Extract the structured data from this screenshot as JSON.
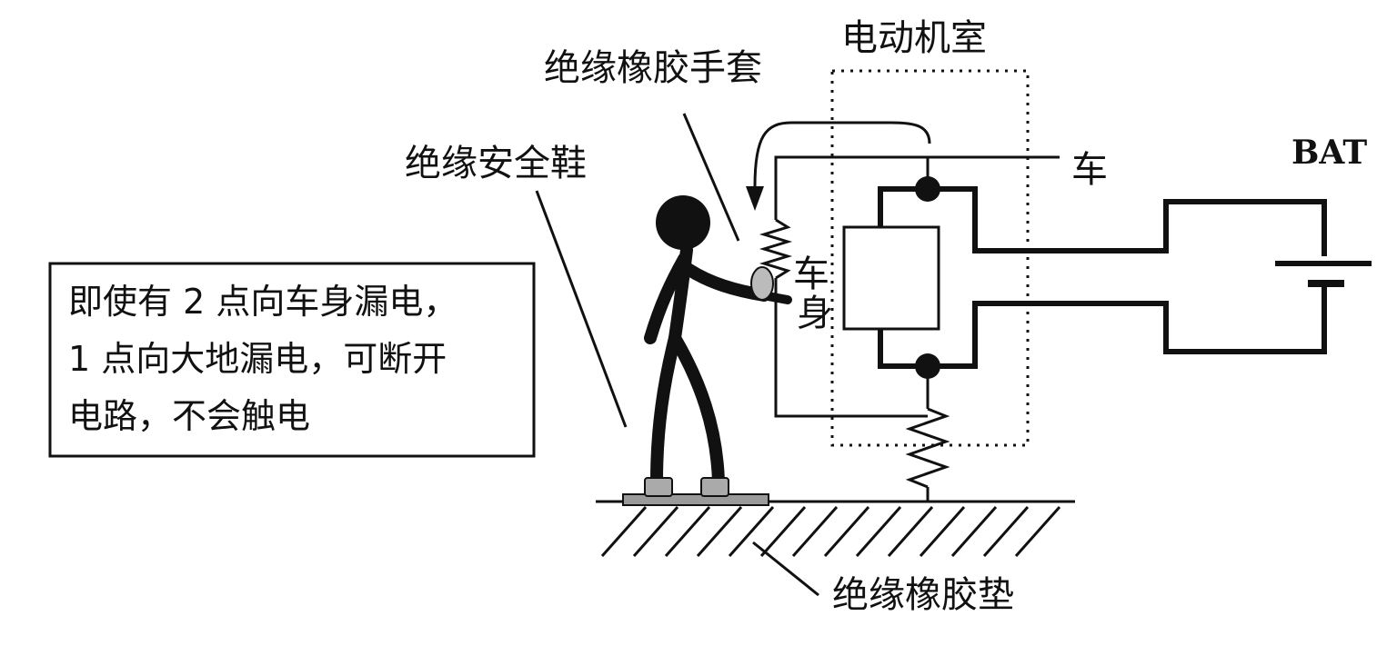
{
  "labels": {
    "motor_room": "电动机室",
    "gloves": "绝缘橡胶手套",
    "shoes": "绝缘安全鞋",
    "car": "车",
    "bat": "BAT",
    "body_char1": "车",
    "body_char2": "身",
    "mat": "绝缘橡胶垫"
  },
  "note": {
    "lines": [
      "即使有 2 点向车身漏电，",
      "1 点向大地漏电，可断开",
      "电路，不会触电"
    ]
  }
}
